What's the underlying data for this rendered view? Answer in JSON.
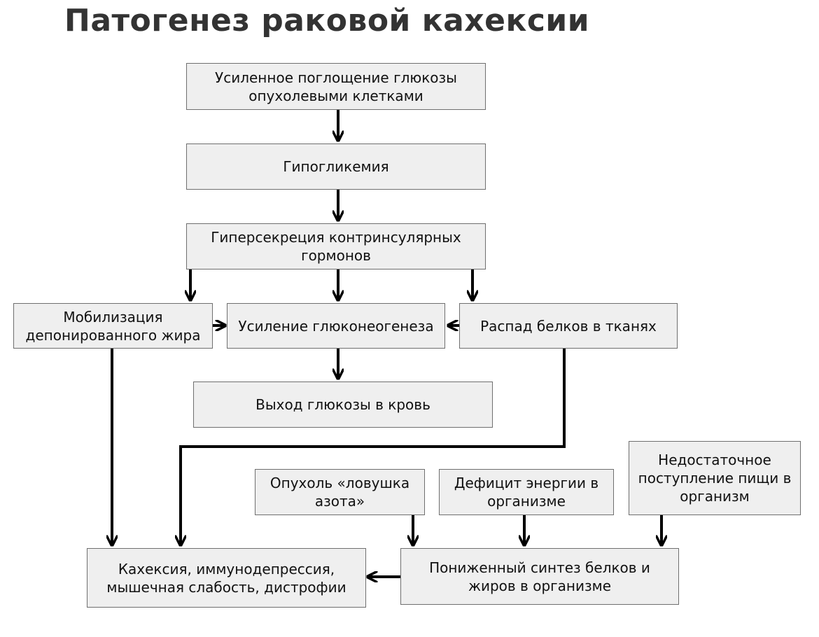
{
  "title": "Патогенез раковой кахексии",
  "nodes": {
    "glucose_uptake": "Усиленное поглощение глюкозы опухолевыми клетками",
    "hypoglycemia": "Гипогликемия",
    "hypersecretion": "Гиперсекреция контринсулярных гормонов",
    "fat_mobilization": "Мобилизация депонированного жира",
    "gluconeogenesis": "Усиление глюконеогенеза",
    "protein_breakdown": "Распад белков в тканях",
    "glucose_release": "Выход глюкозы в кровь",
    "nitrogen_trap": "Опухоль «ловушка азота»",
    "energy_deficit": "Дефицит энергии в организме",
    "food_intake": "Недостаточное поступление пищи в организм",
    "synthesis_decrease": "Пониженный синтез белков и жиров в организме",
    "cachexia": "Кахексия, иммунодепрессия, мышечная слабость, дистрофии"
  },
  "colors": {
    "box_fill": "#efefef",
    "box_border": "#6f6f6f",
    "arrow": "#000000",
    "title": "#333333"
  }
}
